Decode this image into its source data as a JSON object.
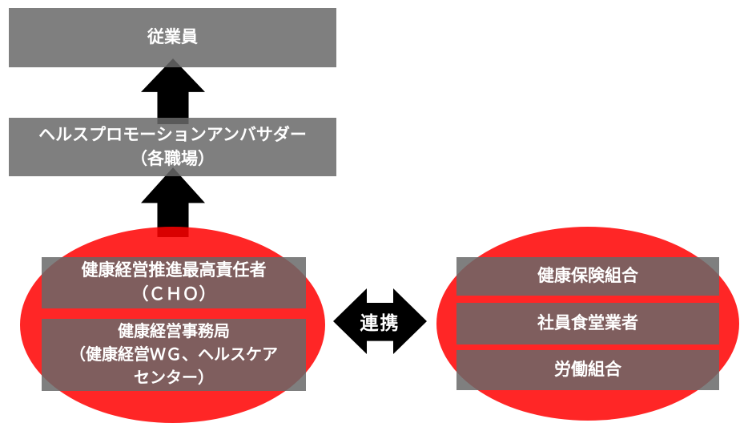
{
  "colors": {
    "box_gray": "#696969",
    "box_gray_over_white": "#808080",
    "ellipse_red": "#FF0000",
    "arrow_black": "#000000",
    "text_white": "#FFFFFF",
    "background": "#FFFFFF"
  },
  "nodes": {
    "employees": {
      "label": "従業員"
    },
    "ambassador": {
      "line1": "ヘルスプロモーションアンバサダー",
      "line2": "（各職場）"
    },
    "cho": {
      "line1": "健康経営推進最高責任者",
      "line2": "（ＣＨＯ）"
    },
    "office": {
      "line1": "健康経営事務局",
      "line2": "（健康経営ＷＧ、ヘルスケア",
      "line3": "センター）"
    },
    "insurance": {
      "label": "健康保険組合"
    },
    "cafeteria": {
      "label": "社員食堂業者"
    },
    "union": {
      "label": "労働組合"
    }
  },
  "connector": {
    "label": "連携"
  }
}
